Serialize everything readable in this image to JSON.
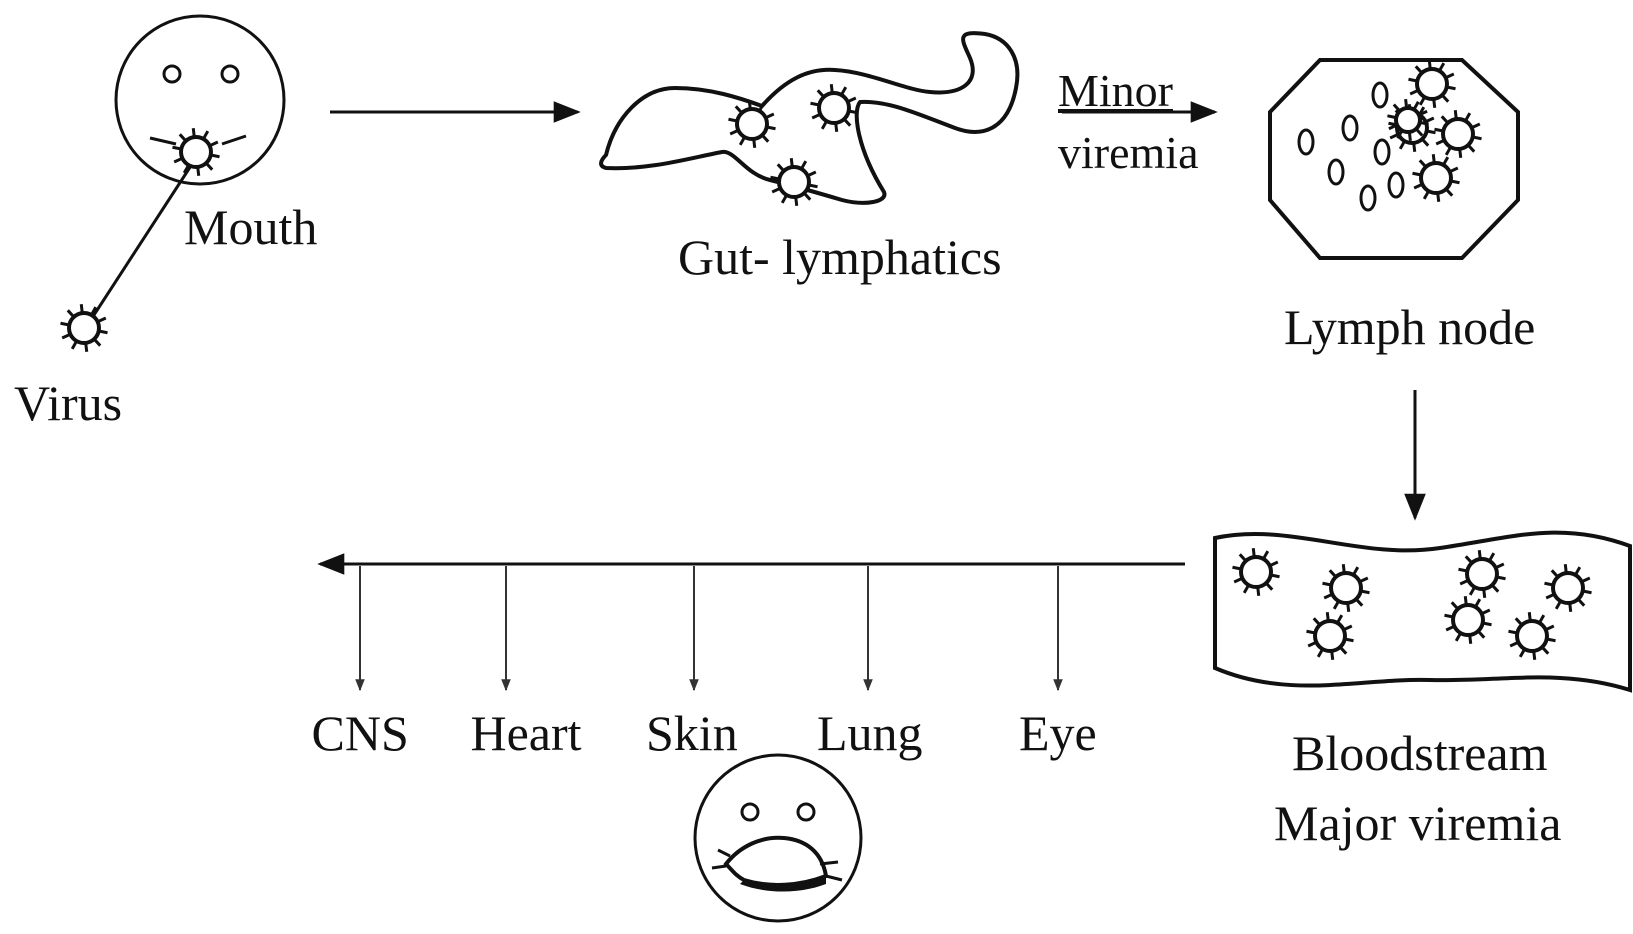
{
  "diagram": {
    "labels": {
      "mouth": "Mouth",
      "virus": "Virus",
      "gut": "Gut- lymphatics",
      "minor_line1": "Minor",
      "minor_line2": "viremia",
      "lymph_node": "Lymph node",
      "bloodstream": "Bloodstream",
      "major_viremia": "Major viremia"
    },
    "organs": [
      "CNS",
      "Heart",
      "Skin",
      "Lung",
      "Eye"
    ]
  }
}
